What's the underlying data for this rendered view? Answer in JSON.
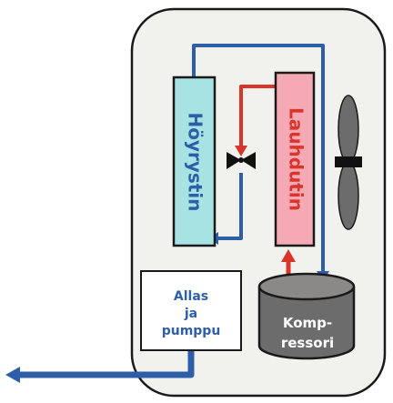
{
  "diagram": {
    "labels": {
      "evaporator": "Höyrystin",
      "condenser": "Lauhdutin",
      "tank_line1": "Allas",
      "tank_line2": "ja",
      "tank_line3": "pumppu",
      "compressor_line1": "Komp-",
      "compressor_line2": "ressori"
    },
    "colors": {
      "housing_fill": "#f1f2ee",
      "evaporator_fill": "#a8e3e3",
      "condenser_fill": "#f4a9b4",
      "compressor_fill": "#6d6c6c",
      "compressor_top": "#8a8988",
      "blue_pipe": "#2f5ea8",
      "red_pipe": "#d9352b",
      "blue_text": "#2f5ea8",
      "red_text": "#d9352b",
      "outline": "#1a1a1a"
    }
  }
}
